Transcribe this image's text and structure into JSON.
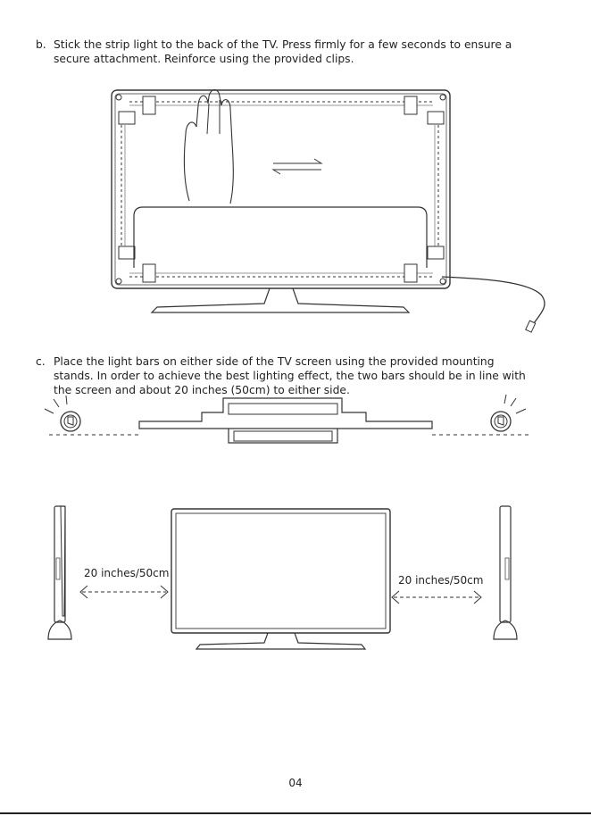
{
  "step_b": {
    "letter": "b.",
    "text": "Stick the strip light to the back of the TV. Press firmly for a few seconds to ensure a secure attachment. Reinforce using the provided clips."
  },
  "step_c": {
    "letter": "c.",
    "text": "Place the light bars on either side of the TV screen using the provided mounting stands. In order to achieve the best lighting effect, the two bars should be in line with the screen and about 20 inches (50cm) to either side."
  },
  "distance_left": "20 inches/50cm",
  "distance_right": "20 inches/50cm",
  "page_number": "04"
}
